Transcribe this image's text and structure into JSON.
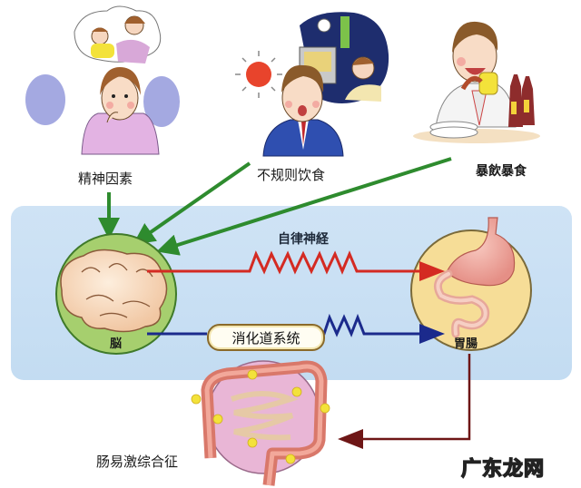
{
  "diagram": {
    "type": "cause-effect flow",
    "causes": [
      {
        "id": "psychological",
        "label": "精神因素",
        "illustration": "worried-mother-with-crying-baby"
      },
      {
        "id": "irregular-diet",
        "label": "不规则饮食",
        "illustration": "tired-salaryman-late-night-tv"
      },
      {
        "id": "overeating",
        "label": "暴飲暴食",
        "illustration": "man-eating-with-beer-bottles"
      }
    ],
    "nodes": {
      "brain": {
        "label": "脳",
        "fill": "#a6cf6e"
      },
      "gut": {
        "label": "胃腸",
        "fill": "#f6dd97"
      },
      "syndrome": {
        "label": "肠易激综合征",
        "fill": "#e9b6d6"
      }
    },
    "pathways": {
      "autonomic": {
        "label": "自律神経",
        "color": "#d42a22"
      },
      "digestive": {
        "label": "消化道系统",
        "color": "#1b2a8c"
      },
      "gut_to_syndrome": {
        "color": "#6e1616"
      }
    },
    "colors": {
      "cause_arrow": "#2e8b2e",
      "panel_background": "#c8dff4"
    }
  },
  "watermark": {
    "text": "广东龙网"
  }
}
